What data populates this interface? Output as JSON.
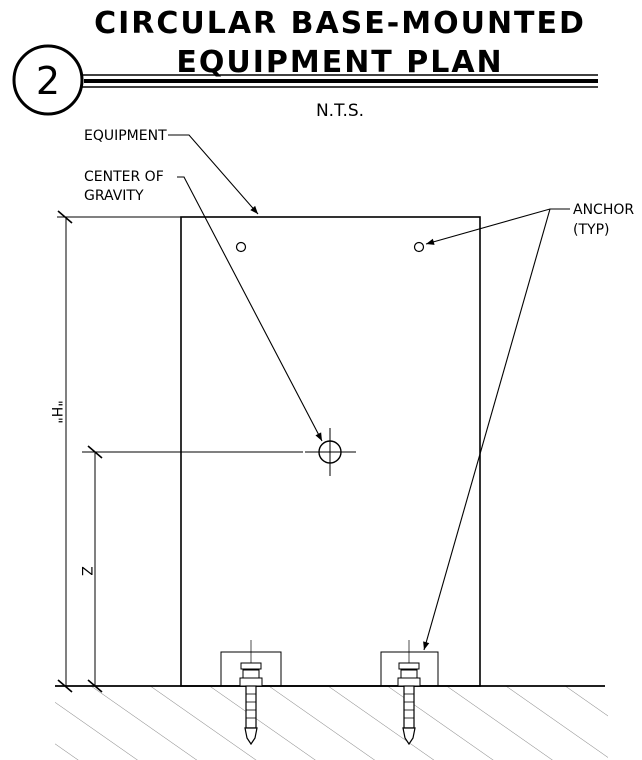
{
  "detail": {
    "number": "2",
    "title_line1": "CIRCULAR BASE-MOUNTED",
    "title_line2": "EQUIPMENT PLAN",
    "scale_note": "N.T.S."
  },
  "callouts": {
    "equipment": "EQUIPMENT",
    "center_of_gravity_line1": "CENTER OF",
    "center_of_gravity_line2": "GRAVITY",
    "anchor_line1": "ANCHOR",
    "anchor_line2": "(TYP)"
  },
  "dimensions": {
    "height_label": "\"H\"",
    "cg_height_label": "Z"
  }
}
